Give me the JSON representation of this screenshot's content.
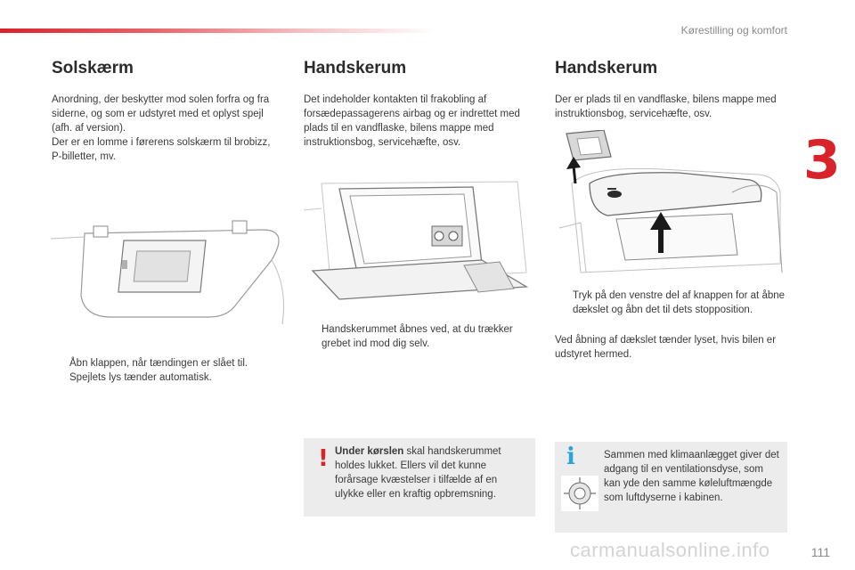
{
  "header": {
    "section": "Kørestilling og komfort",
    "chapter_number": "3"
  },
  "col1": {
    "title": "Solskærm",
    "intro": "Anordning, der beskytter mod solen forfra og fra siderne, og som er udstyret med et oplyst spejl (afh. af version).",
    "intro2": "Der er en lomme i førerens solskærm til brobizz, P-billetter, mv.",
    "bullet_mark": "",
    "bullet": "Åbn klappen, når tændingen er slået til. Spejlets lys tænder automatisk."
  },
  "col2": {
    "title": "Handskerum",
    "intro": "Det indeholder kontakten til frakobling af forsædepassagerens airbag og er indrettet med plads til en vandflaske, bilens mappe med instruktionsbog, servicehæfte, osv.",
    "bullet_mark": "",
    "bullet": "Handskerummet åbnes ved, at du trækker grebet ind mod dig selv.",
    "warning_icon": "!",
    "warning_bold": "Under kørslen",
    "warning_text": " skal handskerummet holdes lukket. Ellers vil det kunne forårsage kvæstelser i tilfælde af en ulykke eller en kraftig opbremsning."
  },
  "col3": {
    "title": "Handskerum",
    "intro": "Der er plads til en vandflaske, bilens mappe med instruktionsbog, servicehæfte, osv.",
    "bullet_mark": "",
    "bullet": "Tryk på den venstre del af knappen for at åbne dækslet og åbn det til dets stopposition.",
    "after": "Ved åbning af dækslet tænder lyset, hvis bilen er udstyret hermed.",
    "info_icon": "i",
    "info_text": "Sammen med klimaanlægget giver det adgang til en ventilationsdyse, som kan yde den samme køleluftmængde som luftdyserne i kabinen."
  },
  "footer": {
    "page_number": "111",
    "watermark": "carmanualsonline.info"
  },
  "colors": {
    "accent": "#d8232a",
    "info": "#2aa5dc",
    "box_bg": "#ececec"
  }
}
